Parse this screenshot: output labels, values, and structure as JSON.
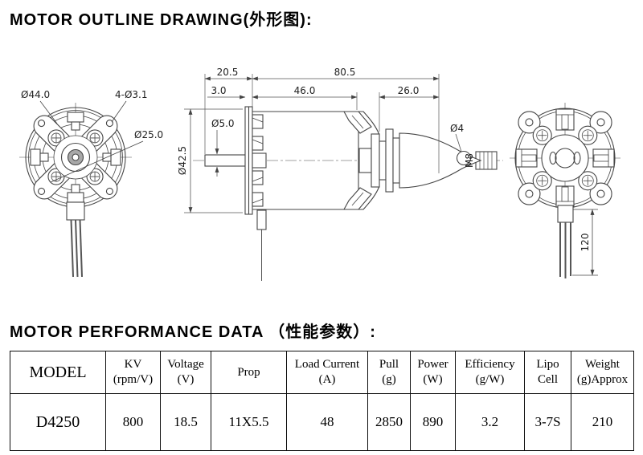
{
  "titles": {
    "outline": "MOTOR OUTLINE DRAWING(外形图):",
    "performance": "MOTOR PERFORMANCE DATA （性能参数）:"
  },
  "drawing": {
    "front": {
      "d44": "Ø44.0",
      "holes": "4-Ø3.1",
      "d25": "Ø25.0"
    },
    "side": {
      "l20": "20.5",
      "l80": "80.5",
      "l3": "3.0",
      "l46": "46.0",
      "l26": "26.0",
      "d5": "Ø5.0",
      "d42": "Ø42.5",
      "d4": "Ø4",
      "m8": "M8"
    },
    "rear": {
      "wire": "120"
    }
  },
  "table": {
    "headers": [
      {
        "l1": "MODEL",
        "l2": ""
      },
      {
        "l1": "KV",
        "l2": "(rpm/V)"
      },
      {
        "l1": "Voltage",
        "l2": "(V)"
      },
      {
        "l1": "Prop",
        "l2": ""
      },
      {
        "l1": "Load Current",
        "l2": "(A)"
      },
      {
        "l1": "Pull",
        "l2": "(g)"
      },
      {
        "l1": "Power",
        "l2": "(W)"
      },
      {
        "l1": "Efficiency",
        "l2": "(g/W)"
      },
      {
        "l1": "Lipo",
        "l2": "Cell"
      },
      {
        "l1": "Weight",
        "l2": "(g)Approx"
      }
    ],
    "row": [
      "D4250",
      "800",
      "18.5",
      "11X5.5",
      "48",
      "2850",
      "890",
      "3.2",
      "3-7S",
      "210"
    ]
  }
}
